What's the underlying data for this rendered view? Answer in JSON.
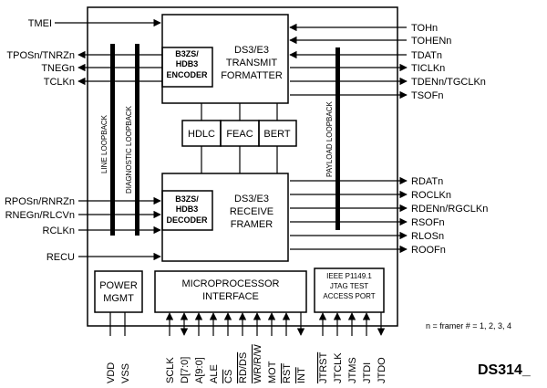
{
  "left_inputs_top": {
    "tmei": "TMEI"
  },
  "left_outputs": [
    "TPOSn/TNRZn",
    "TNEGn",
    "TCLKn"
  ],
  "left_inputs": [
    "RPOSn/RNRZn",
    "RNEGn/RLCVn",
    "RCLKn"
  ],
  "recu": "RECU",
  "right_transmit": [
    "TOHn",
    "TOHENn",
    "TDATn",
    "TICLKn",
    "TDENn/TGCLKn",
    "TSOFn"
  ],
  "right_receive": [
    "RDATn",
    "ROCLKn",
    "RDENn/RGCLKn",
    "RSOFn",
    "RLOSn",
    "ROOFn"
  ],
  "encoder": [
    "B3ZS/",
    "HDB3",
    "ENCODER"
  ],
  "decoder": [
    "B3ZS/",
    "HDB3",
    "DECODER"
  ],
  "transmit_formatter": [
    "DS3/E3",
    "TRANSMIT",
    "FORMATTER"
  ],
  "receive_framer": [
    "DS3/E3",
    "RECEIVE",
    "FRAMER"
  ],
  "mid_blocks": [
    "HDLC",
    "FEAC",
    "BERT"
  ],
  "loopbacks": {
    "line": "LINE LOOPBACK",
    "diagnostic": "DIAGNOSTIC LOOPBACK",
    "payload": "PAYLOAD LOOPBACK"
  },
  "power": [
    "POWER",
    "MGMT"
  ],
  "micro": [
    "MICROPROCESSOR",
    "INTERFACE"
  ],
  "jtag": [
    "IEEE P1149.1",
    "JTAG TEST",
    "ACCESS PORT"
  ],
  "bottom_pins": {
    "power": [
      "VDD",
      "VSS"
    ],
    "micro": [
      "SCLK",
      "D[7:0]",
      "A[9:0]",
      "ALE",
      "CS",
      "RD/DS",
      "WR/R/W",
      "MOT",
      "RST",
      "INT"
    ],
    "jtag": [
      "JTRST",
      "JTCLK",
      "JTMS",
      "JTDI",
      "JTDO"
    ]
  },
  "note": "n =  framer # = 1, 2, 3, 4",
  "part_label": "DS314_"
}
